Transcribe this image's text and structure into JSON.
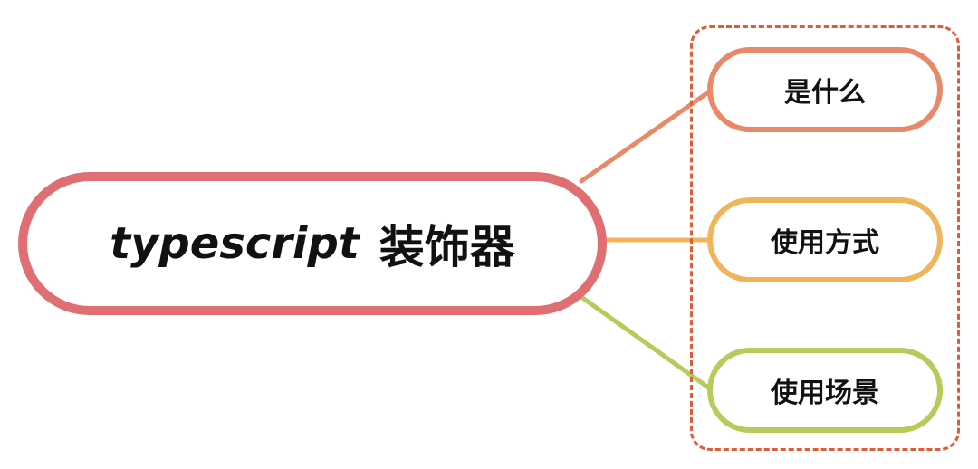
{
  "diagram": {
    "root": {
      "title_latin": "typescript",
      "title_cjk": "装饰器",
      "color": "#e06f73"
    },
    "branches": [
      {
        "label": "是什么",
        "color": "#e8896a"
      },
      {
        "label": "使用方式",
        "color": "#f0b45a"
      },
      {
        "label": "使用场景",
        "color": "#b5cc5a"
      }
    ],
    "group_border_color": "#e35b35"
  }
}
